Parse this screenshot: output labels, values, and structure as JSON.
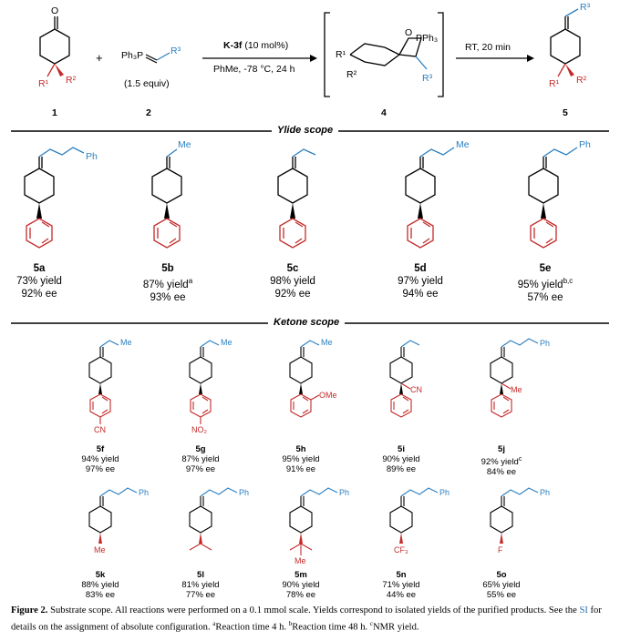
{
  "scheme": {
    "reagent_label": "Ph₃P",
    "r3": "R³",
    "r1": "R¹",
    "r2": "R²",
    "o_label": "O",
    "ylide_equiv": "(1.5 equiv)",
    "pph3": "PPh₃",
    "catalyst": "K-3f",
    "catalyst_loading": "(10 mol%)",
    "conditions": "PhMe, -78 °C, 24 h",
    "step2_conditions": "RT, 20 min",
    "plus": "+",
    "compound_numbers": [
      "1",
      "2",
      "4",
      "5"
    ]
  },
  "sections": {
    "ylide_scope": "Ylide scope",
    "ketone_scope": "Ketone scope"
  },
  "ylide_products": [
    {
      "id": "5a",
      "yield": "73% yield",
      "ee": "92% ee",
      "sidechain": "Ph"
    },
    {
      "id": "5b",
      "yield": "87% yield",
      "yield_sup": "a",
      "ee": "93% ee",
      "sidechain": "Me"
    },
    {
      "id": "5c",
      "yield": "98% yield",
      "ee": "92% ee",
      "sidechain": ""
    },
    {
      "id": "5d",
      "yield": "97% yield",
      "ee": "94% ee",
      "sidechain": "Me"
    },
    {
      "id": "5e",
      "yield": "95% yield",
      "yield_sup": "b,c",
      "ee": "57% ee",
      "sidechain": "Ph"
    }
  ],
  "ketone_products_row1": [
    {
      "id": "5f",
      "yield": "94% yield",
      "ee": "97% ee",
      "sidechain": "Me",
      "substituent": "CN"
    },
    {
      "id": "5g",
      "yield": "87% yield",
      "ee": "97% ee",
      "sidechain": "Me",
      "substituent": "NO₂"
    },
    {
      "id": "5h",
      "yield": "95% yield",
      "ee": "91% ee",
      "sidechain": "Me",
      "substituent": "OMe"
    },
    {
      "id": "5i",
      "yield": "90% yield",
      "ee": "89% ee",
      "sidechain": "",
      "substituent": "CN"
    },
    {
      "id": "5j",
      "yield": "92% yield",
      "yield_sup": "c",
      "ee": "84% ee",
      "sidechain": "Ph",
      "substituent": "Me"
    }
  ],
  "ketone_products_row2": [
    {
      "id": "5k",
      "yield": "88% yield",
      "ee": "83% ee",
      "sidechain": "Ph",
      "substituent": "Me"
    },
    {
      "id": "5l",
      "yield": "81% yield",
      "ee": "77% ee",
      "sidechain": "Ph",
      "substituent": ""
    },
    {
      "id": "5m",
      "yield": "90% yield",
      "ee": "78% ee",
      "sidechain": "Ph",
      "substituent": "Me"
    },
    {
      "id": "5n",
      "yield": "71% yield",
      "ee": "44% ee",
      "sidechain": "Ph",
      "substituent": "CF₃"
    },
    {
      "id": "5o",
      "yield": "65% yield",
      "ee": "55% ee",
      "sidechain": "Ph",
      "substituent": "F"
    }
  ],
  "caption": {
    "figure": "Figure 2.",
    "text1": "Substrate scope. All reactions were performed on a 0.1 mmol scale. Yields correspond to isolated yields of the purified products. See the",
    "si": "SI",
    "text2": "for details on the assignment of absolute configuration.",
    "note_a": "Reaction time 4 h.",
    "note_b": "Reaction time 48 h.",
    "note_c": "NMR yield."
  },
  "colors": {
    "sidechain": "#2b7fc0",
    "aryl": "#c42a2a",
    "text": "#000000"
  }
}
